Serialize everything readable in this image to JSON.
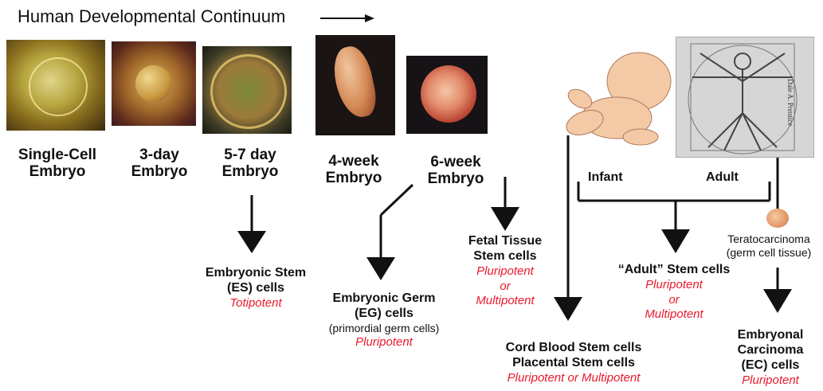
{
  "title": "Human Developmental Continuum",
  "stages": [
    {
      "label": "Single-Cell Embryo",
      "icon": "single-cell-embryo-image"
    },
    {
      "label": "3-day Embryo",
      "icon": "morula-embryo-image"
    },
    {
      "label": "5-7 day Embryo",
      "icon": "blastocyst-embryo-image"
    },
    {
      "label": "4-week Embryo",
      "icon": "four-week-embryo-image"
    },
    {
      "label": "6-week Embryo",
      "icon": "six-week-embryo-image"
    },
    {
      "label": "Infant",
      "icon": "infant-drawing"
    },
    {
      "label": "Adult",
      "icon": "vitruvian-man-drawing"
    }
  ],
  "credit": "Dale A. Prentice",
  "cells": {
    "es": {
      "name_line1": "Embryonic Stem",
      "name_line2": "(ES) cells",
      "potency": "Totipotent"
    },
    "eg": {
      "name_line1": "Embryonic Germ",
      "name_line2": "(EG) cells",
      "note": "(primordial germ cells)",
      "potency": "Pluripotent"
    },
    "fetal": {
      "name_line1": "Fetal Tissue",
      "name_line2": "Stem cells",
      "potency_line1": "Pluripotent",
      "potency_line2": "or",
      "potency_line3": "Multipotent"
    },
    "cord": {
      "name_line1": "Cord Blood Stem cells",
      "name_line2": "Placental Stem cells",
      "potency": "Pluripotent or Multipotent"
    },
    "adult": {
      "name": "“Adult” Stem cells",
      "potency_line1": "Pluripotent",
      "potency_line2": "or",
      "potency_line3": "Multipotent"
    },
    "terato": {
      "line1": "Teratocarcinoma",
      "line2": "(germ cell tissue)"
    },
    "ec": {
      "name_line1": "Embryonal",
      "name_line2": "Carcinoma",
      "name_line3": "(EC) cells",
      "potency": "Pluripotent"
    }
  },
  "colors": {
    "potency": "#e8192c",
    "arrow": "#111111"
  }
}
